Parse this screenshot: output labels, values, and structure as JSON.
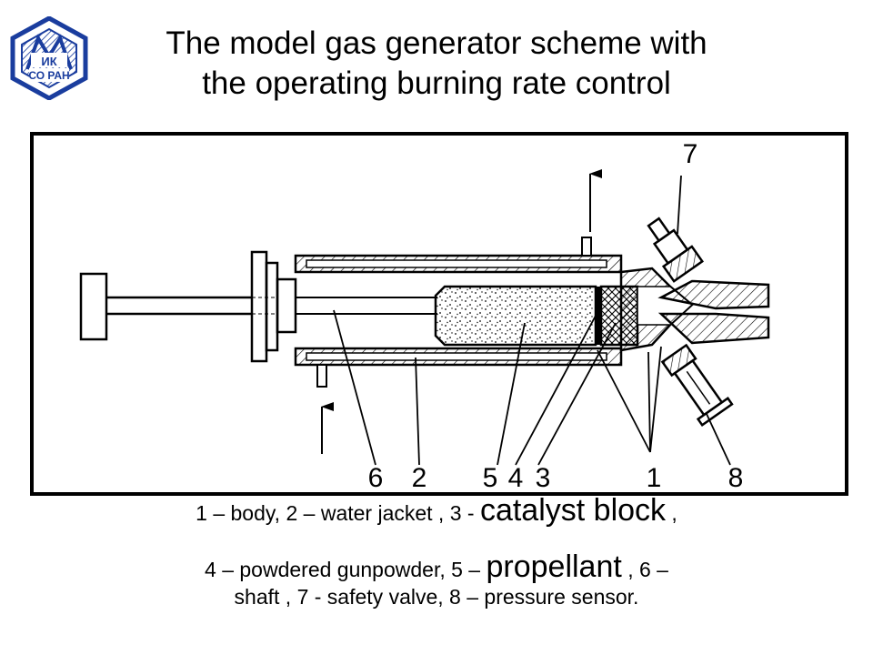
{
  "logo": {
    "line1": "ИК",
    "line2": "СО РАН",
    "color": "#1a3d9e"
  },
  "title": {
    "line1": "The model gas generator scheme  with",
    "line2": "the operating burning rate control"
  },
  "diagram": {
    "labels": [
      "7",
      "6",
      "2",
      "5",
      "4",
      "3",
      "1",
      "8"
    ]
  },
  "caption": {
    "line1_a": "1 – body, 2 – water jacket , 3 - ",
    "line1_b": "catalyst block",
    "line1_c": " ,",
    "line2_a": "4 – powdered gunpowder,   5 – ",
    "line2_b": "propellant",
    "line2_c": " , 6 –",
    "line3": "shaft , 7 - safety valve, 8 – pressure sensor."
  }
}
